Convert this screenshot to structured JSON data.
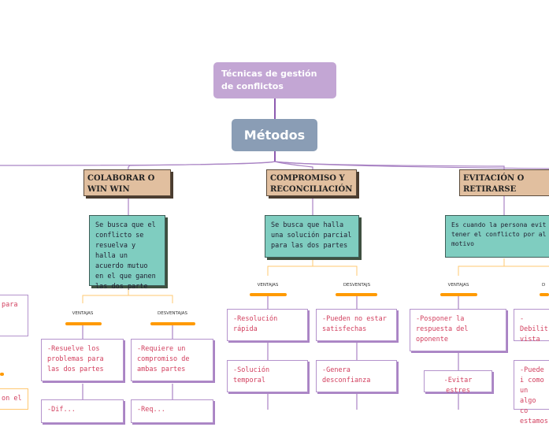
{
  "root": {
    "title": "Técnicas de gestión de conflictos"
  },
  "main": {
    "title": "Métodos"
  },
  "methods": [
    {
      "title": "COLABORAR O WIN WIN",
      "description": "Se busca que el conflicto se resuelva y halla un acuerdo mutuo en el que ganen las dos parte",
      "ventajas_label": "VENTAJAS",
      "desventajas_label": "DESVENTAJAS",
      "ventajas": [
        "-Resuelve los problemas para las dos partes",
        "-Dif..."
      ],
      "desventajas": [
        "-Requiere un compromiso de ambas partes",
        "-Req..."
      ]
    },
    {
      "title": "COMPROMISO Y RECONCILIACIÓN",
      "description": "Se busca que halla una solución parcial para las dos partes",
      "ventajas_label": "VENTAJAS",
      "desventajas_label": "DESVENTAJS",
      "ventajas": [
        "-Resolución rápida",
        "-Solución temporal"
      ],
      "desventajas": [
        "-Pueden no estar satisfechas",
        "-Genera desconfianza"
      ]
    },
    {
      "title": "EVITACIÓN O RETIRARSE",
      "description": "Es cuando la persona evit tener el conflicto por al motivo",
      "ventajas_label": "VENTAJAS",
      "desventajas_label": "D",
      "ventajas": [
        "-Posponer la respuesta del oponente",
        "-Evitar estres"
      ],
      "desventajas": [
        "-Debilit vista",
        "-Puede i como un algo co estamos"
      ]
    }
  ],
  "offscreen_left": {
    "item1": "para",
    "item2": "on el"
  }
}
